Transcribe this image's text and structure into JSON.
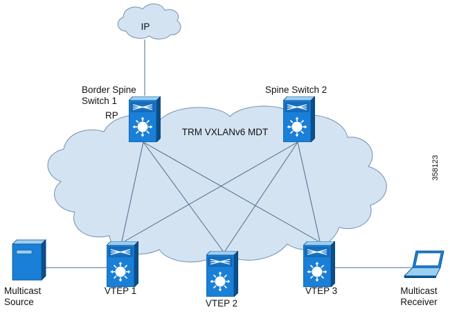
{
  "diagram": {
    "colors": {
      "cloud_fill": "#d3e3f2",
      "cloud_stroke": "#6f8fb0",
      "ip_cloud_fill": "#d3e3f2",
      "device_front": "#1a7fd6",
      "device_top": "#9ccff2",
      "device_side": "#0a4f8c",
      "link": "#4a6a8a"
    },
    "ip_cloud": {
      "label": "IP"
    },
    "fabric": {
      "label": "TRM VXLANv6 MDT"
    },
    "border_spine": {
      "label_line1": "Border Spine",
      "label_line2": "Switch 1",
      "role": "RP",
      "icon": "layer3-switch-icon"
    },
    "spine2": {
      "label": "Spine Switch 2",
      "icon": "layer3-switch-icon"
    },
    "vteps": [
      {
        "label": "VTEP 1",
        "icon": "layer3-switch-icon"
      },
      {
        "label": "VTEP 2",
        "icon": "layer3-switch-icon"
      },
      {
        "label": "VTEP 3",
        "icon": "layer3-switch-icon"
      }
    ],
    "source": {
      "label_line1": "Multicast",
      "label_line2": "Source",
      "icon": "server-icon"
    },
    "receiver": {
      "label_line1": "Multicast",
      "label_line2": "Receiver",
      "icon": "laptop-icon"
    },
    "figure_id": "358123"
  }
}
